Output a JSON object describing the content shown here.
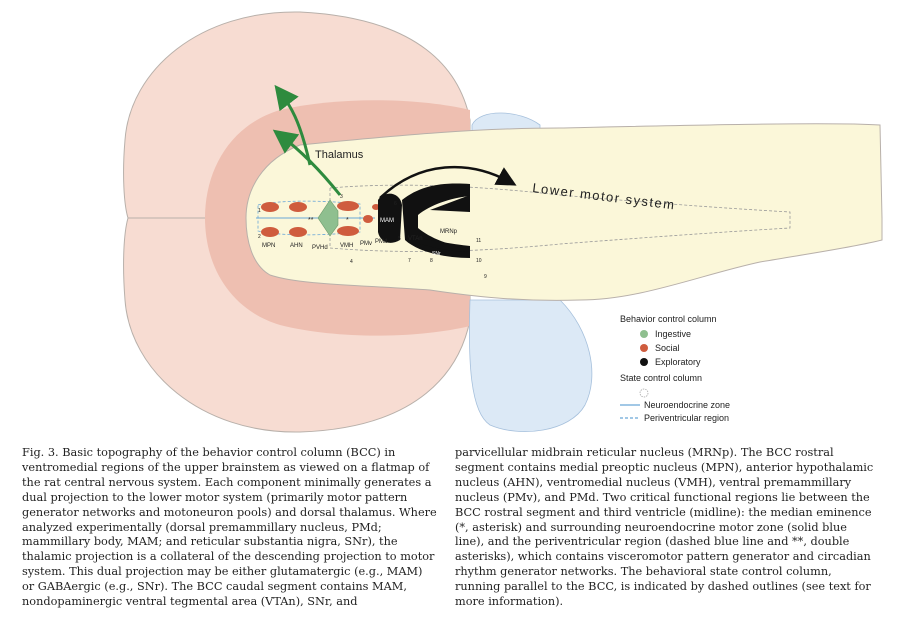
{
  "figure": {
    "labels": {
      "thalamus": "Thalamus",
      "lower_motor": "Lower motor system",
      "mam": "MAM",
      "mpn": "MPN",
      "ahn": "AHN",
      "pvhd": "PVHd",
      "vmh": "VMH",
      "pmv": "PMv",
      "pmd": "PMd",
      "vtan": "VTAn",
      "mrnp": "MRNp",
      "snr": "SNr",
      "asterisk_single": "*",
      "asterisk_double": "**",
      "num_1": "1",
      "num_2": "2",
      "num_3": "3",
      "num_4": "4",
      "num_5": "5",
      "num_6": "6",
      "num_7": "7",
      "num_8": "8",
      "num_9": "9",
      "num_10": "10",
      "num_11": "11"
    },
    "legend": {
      "title": "Behavior control column",
      "ingestive": "Ingestive",
      "social": "Social",
      "exploratory": "Exploratory",
      "state_title": "State control column",
      "neuroendocrine": "Neuroendocrine zone",
      "periventricular": "Periventricular region"
    },
    "colors": {
      "hemisphere": "#f7dcd2",
      "cortex_inner": "#eebfb1",
      "brainstem": "#fbf7d9",
      "ventricle_blue": "#dce9f6",
      "ingestive_green": "#8fbf8f",
      "social_red": "#cf5c3e",
      "exploratory_black": "#111111",
      "arrow_green": "#2e8b3e",
      "neuro_blue": "#6aa7d8"
    }
  },
  "caption": {
    "left": "Fig. 3.   Basic topography of the behavior control column (BCC) in ventromedial regions of the upper brainstem as viewed on a flatmap of the rat central nervous system. Each component minimally generates a dual projection to the lower motor system (primarily motor pattern generator networks and motoneuron pools) and dorsal thalamus. Where analyzed experimentally (dorsal premammillary nucleus, PMd; mammillary body, MAM; and reticular substantia nigra, SNr), the thalamic projection is a collateral of the descending projection to motor system. This dual projection may be either glutamatergic (e.g., MAM) or GABAergic (e.g., SNr). The BCC caudal segment contains MAM, nondopaminergic ventral tegmental area (VTAn), SNr, and",
    "right": "parvicellular midbrain reticular nucleus (MRNp). The BCC rostral segment contains medial preoptic nucleus (MPN), anterior hypothalamic nucleus (AHN), ventromedial nucleus (VMH), ventral premammillary nucleus (PMv), and PMd. Two critical functional regions lie between the BCC rostral segment and third ventricle (midline): the median eminence (*, asterisk) and surrounding neuroendocrine motor zone (solid blue line), and the periventricular region (dashed blue line and **, double asterisks), which contains visceromotor pattern generator and circadian rhythm generator networks. The behavioral state control column, running parallel to the BCC, is indicated by dashed outlines (see text for more information)."
  }
}
